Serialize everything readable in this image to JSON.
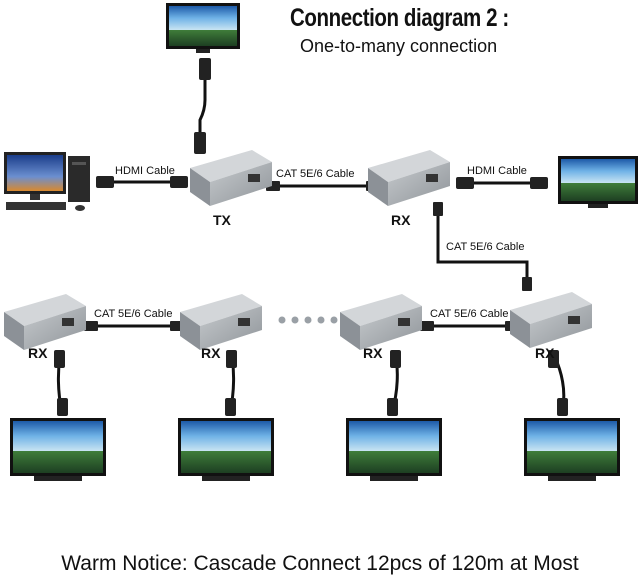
{
  "title": "Connection diagram 2 :",
  "subtitle": "One-to-many connection",
  "labels": {
    "hdmi_cable_left": "HDMI Cable",
    "cat_tx_rx": "CAT 5E/6 Cable",
    "hdmi_cable_right": "HDMI Cable",
    "cat_down": "CAT 5E/6 Cable",
    "cat_row_left": "CAT 5E/6 Cable",
    "cat_row_right": "CAT 5E/6 Cable"
  },
  "device_tags": {
    "tx": "TX",
    "rx_top": "RX",
    "rx_1": "RX",
    "rx_2": "RX",
    "rx_3": "RX",
    "rx_4": "RX"
  },
  "notice": "Warm Notice: Cascade Connect 12pcs of 120m at Most",
  "colors": {
    "device_body": "#a9aeb3",
    "device_side": "#7d8288",
    "screen_sky": "#3a7fc2",
    "screen_land": "#2f6b3a",
    "cable": "#111111"
  }
}
